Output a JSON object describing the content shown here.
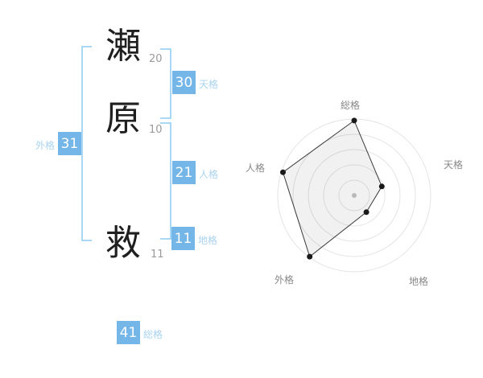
{
  "name_diagram": {
    "characters": [
      {
        "glyph": "瀬",
        "strokes": "20"
      },
      {
        "glyph": "原",
        "strokes": "10"
      },
      {
        "glyph": "救",
        "strokes": "11"
      }
    ],
    "gaikaku": {
      "value": "31",
      "label": "外格"
    },
    "tenkaku": {
      "value": "30",
      "label": "天格"
    },
    "jinkaku": {
      "value": "21",
      "label": "人格"
    },
    "chikaku": {
      "value": "11",
      "label": "地格"
    },
    "soukaku": {
      "value": "41",
      "label": "総格"
    }
  },
  "chart_data": {
    "type": "radar",
    "axes": [
      "総格",
      "天格",
      "地格",
      "外格",
      "人格"
    ],
    "values": [
      41,
      30,
      11,
      31,
      21
    ],
    "radius_fractions": [
      0.98,
      0.38,
      0.27,
      0.99,
      0.98
    ],
    "rings": 5,
    "ring_color": "#e4e4e4",
    "polygon_fill": "rgba(0,0,0,0.055)",
    "polygon_stroke": "#3a3a3a",
    "dot_color": "#1a1a1a",
    "center_dot_color": "#b9b9b9"
  },
  "colors": {
    "box_blue": "#74b6e7",
    "label_blue": "#a9d3f0",
    "bracket_blue": "#a9d8f7",
    "stroke_gray": "#9a9a9a",
    "axis_gray": "#888888"
  }
}
